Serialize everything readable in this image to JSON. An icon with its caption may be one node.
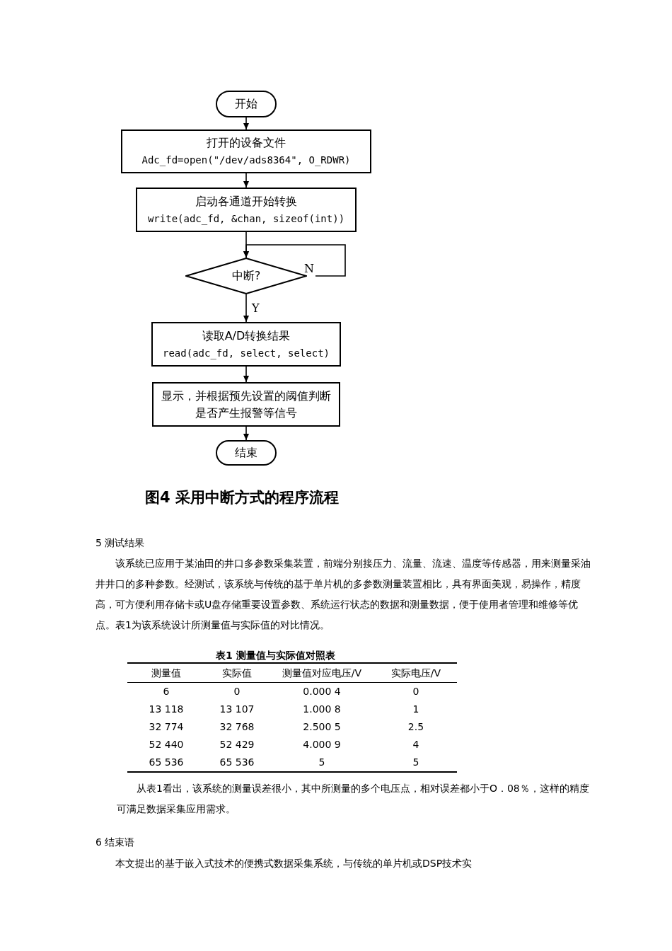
{
  "diagram": {
    "caption": "图4  采用中断方式的程序流程",
    "nodes": [
      {
        "text": [
          "开始"
        ]
      },
      {
        "text": [
          "打开的设备文件",
          "Adc_fd=open(\"/dev/ads8364\", O_RDWR)"
        ]
      },
      {
        "text": [
          "启动各通道开始转换",
          "write(adc_fd, &chan, sizeof(int))"
        ]
      },
      {
        "text": [
          "中断?"
        ]
      },
      {
        "text": [
          "读取A/D转换结果",
          "read(adc_fd, select, select)"
        ]
      },
      {
        "text": [
          "显示，并根据预先设置的阈值判断是否产生报警等信号"
        ]
      },
      {
        "text": [
          "结束"
        ]
      }
    ],
    "edges": [
      {
        "from": 0,
        "to": 1,
        "arrow": "to"
      },
      {
        "from": 1,
        "to": 2,
        "arrow": "to"
      },
      {
        "from": 2,
        "to": 3,
        "arrow": "to"
      },
      {
        "from": 3,
        "to": 4,
        "arrow": "to",
        "label": "Y"
      },
      {
        "from": 3,
        "to": 3,
        "arrow": "to",
        "label": "N"
      },
      {
        "from": 4,
        "to": 5,
        "arrow": "to"
      },
      {
        "from": 5,
        "to": 6,
        "arrow": "to"
      }
    ],
    "labels": [
      "5 测试结果",
      "该系统已应用于某油田的井口多参数采集装置，前端分别接压力、流量、流速、温度等传感器，用来测量采油井井口的多种参数。经测试，该系统与传统的基于单片机的多参数测量装置相比，具有界面美观，易操作，精度高，可方便利用存储卡或U盘存储重要设置参数、系统运行状态的数据和测量数据，便于使用者管理和维修等优点。表1为该系统设计所测量值与实际值的对比情况。",
      "表1  测量值与实际值对照表",
      "测量值",
      "实际值",
      "测量值对应电压/V",
      "实际电压/V",
      "6",
      "0",
      "0.000 4",
      "0",
      "13 118",
      "13 107",
      "1.000 8",
      "1",
      "32 774",
      "32 768",
      "2.500 5",
      "2.5",
      "52 440",
      "52 429",
      "4.000 9",
      "4",
      "65 536",
      "65 536",
      "5",
      "5",
      "从表1看出，该系统的测量误差很小，其中所测量的多个电压点，相对误差都小于O．08％，这样的精度可满足数据采集应用需求。",
      "6 结束语",
      "本文提出的基于嵌入式技术的便携式数据采集系统，与传统的单片机或DSP技术实"
    ]
  }
}
